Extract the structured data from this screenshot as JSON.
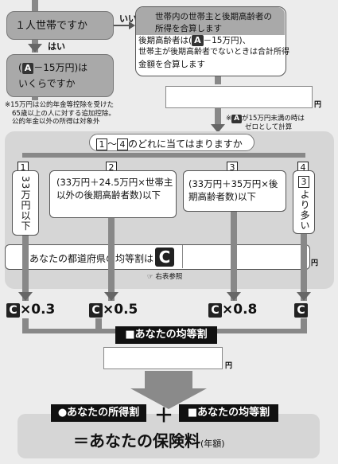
{
  "q1": {
    "text": "１人世帯ですか",
    "yes": "はい",
    "no": "いいえ"
  },
  "q2": {
    "badge": "A",
    "line1": "－15万円)は",
    "line2": "いくらですか",
    "open": "("
  },
  "note1": {
    "line1": "※15万円は公的年金等控除を受けた",
    "line2": "65歳以上の人に対する追加控除。",
    "line3": "公的年金以外の所得は対象外"
  },
  "right": {
    "head1": "世帯内の世帯主と後期高齢者の",
    "head2": "所得を合算します",
    "body1a": "後期高齢者は(",
    "body1b": "A",
    "body1c": "－15万円)、",
    "body2": "世帯主が後期高齢者でないときは合計所得",
    "body3": "金額を合算します"
  },
  "yen": "円",
  "note2": {
    "mark": "※",
    "badge": "A",
    "line1": "が15万円未満の時は",
    "line2": "ゼロとして計算"
  },
  "q3": {
    "n1": "1",
    "n2": "4",
    "pre": "〜",
    "text": "のどれに当てはまりますか"
  },
  "opts": [
    {
      "num": "1",
      "text": "33万円以下"
    },
    {
      "num": "2",
      "text": "(33万円＋24.5万円×世帯主以外の後期高齢者数)以下"
    },
    {
      "num": "3",
      "text": "(33万円＋35万円×後期高齢者数)以下"
    },
    {
      "num": "4",
      "numIn": "3",
      "text": "より多い"
    }
  ],
  "prefecture": {
    "text": "あなたの都道府県の均等割は",
    "badge": "C",
    "ref": "☞ 右表参照"
  },
  "mults": [
    {
      "badge": "C",
      "op": "×0.3"
    },
    {
      "badge": "C",
      "op": "×0.5"
    },
    {
      "badge": "C",
      "op": "×0.8"
    },
    {
      "badge": "C",
      "op": ""
    }
  ],
  "kintou": "■あなたの均等割",
  "result": {
    "left": "●あなたの所得割",
    "plus": "＋",
    "right": "■あなたの均等割",
    "final": "＝あなたの保険料",
    "unit": "(年額)"
  }
}
